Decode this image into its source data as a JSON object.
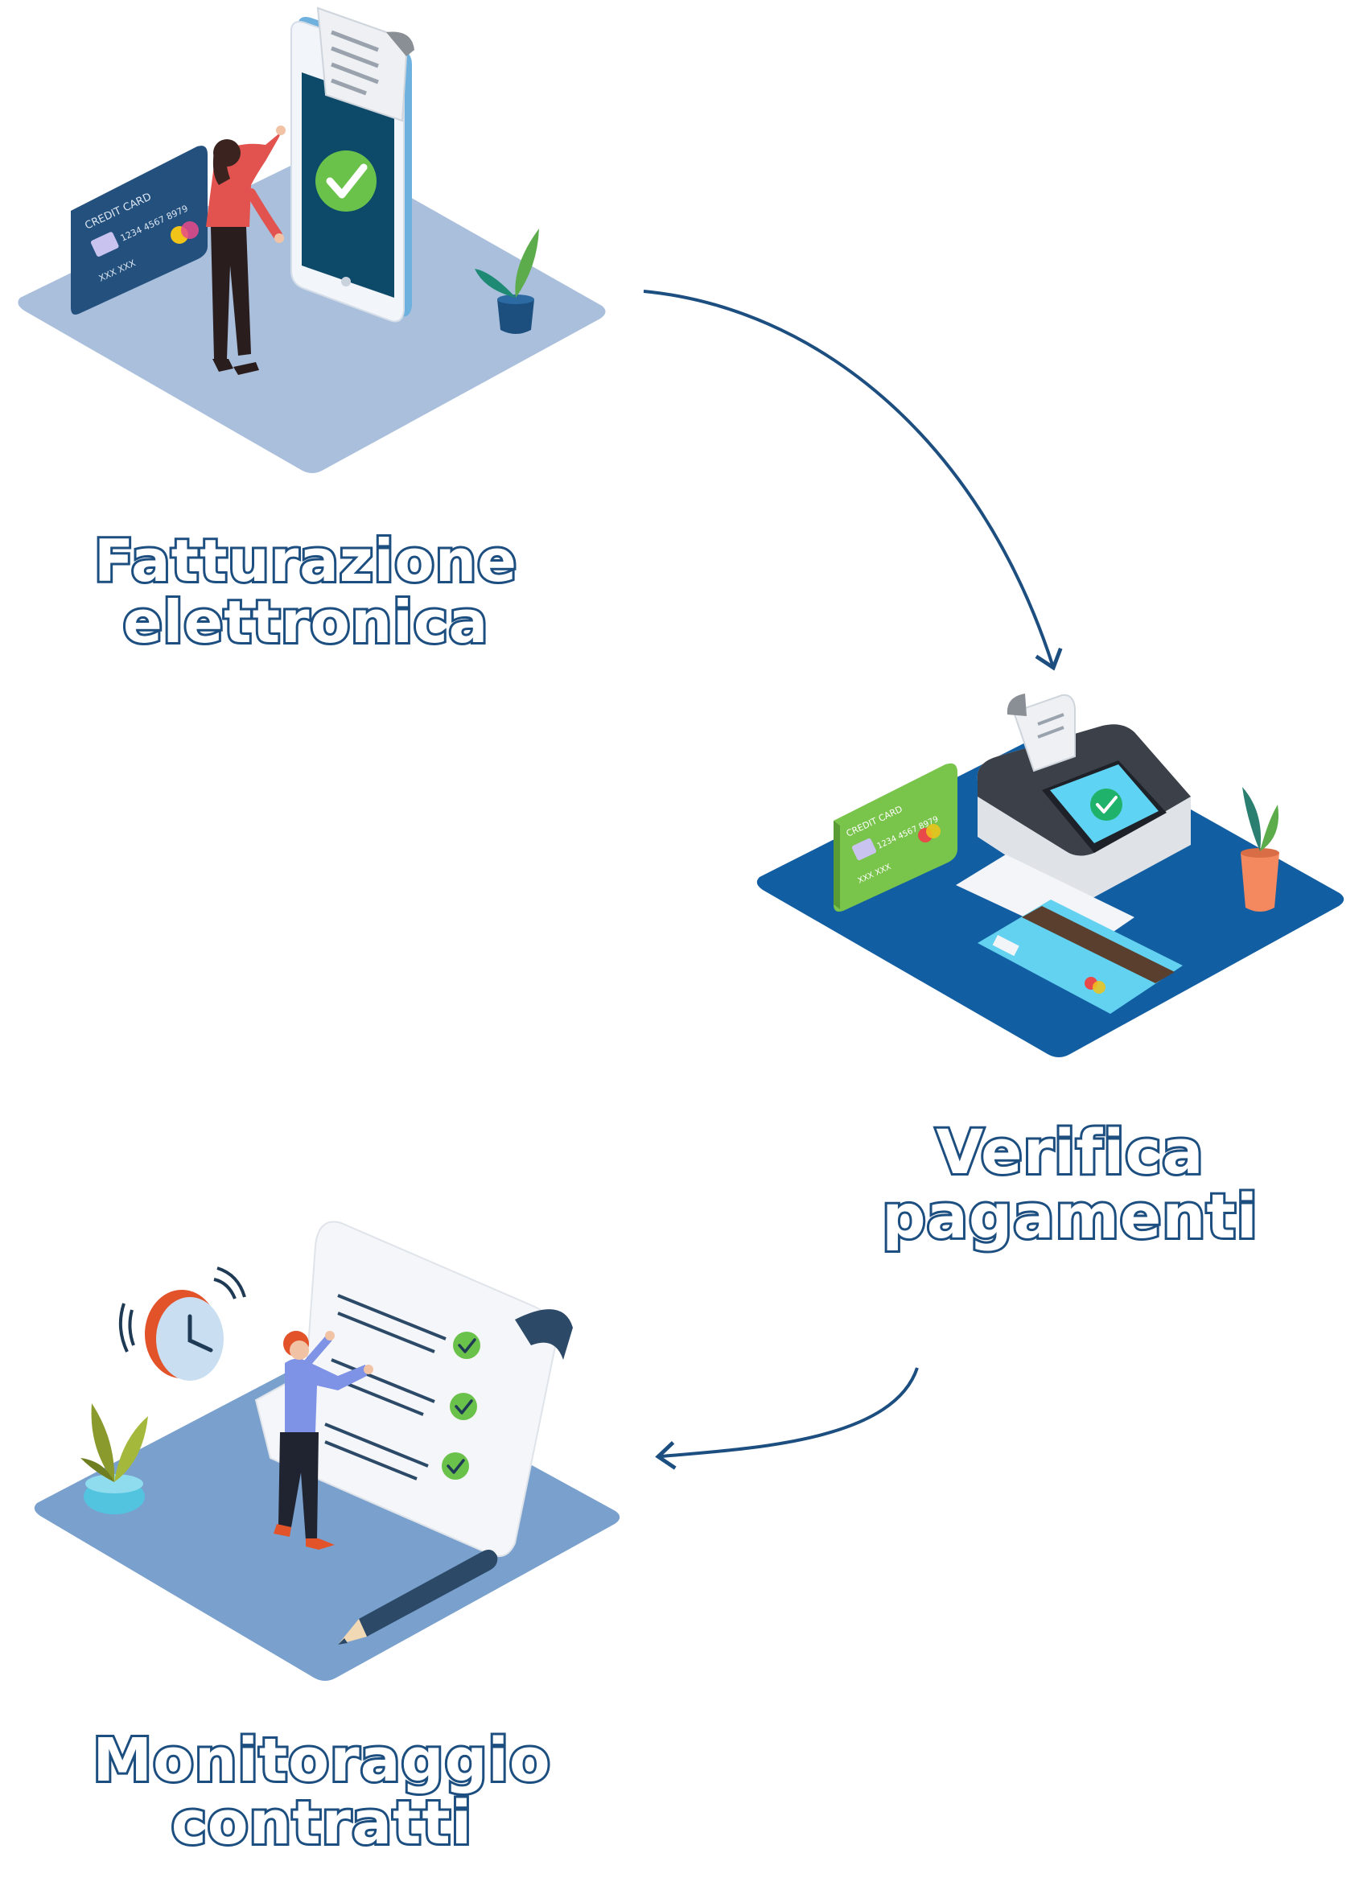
{
  "steps": [
    {
      "id": "fatturazione",
      "line1": "Fatturazione",
      "line2": "elettronica",
      "card": {
        "brand": "CREDIT CARD",
        "number": "1234 4567 8979",
        "holder": "XXX XXX"
      }
    },
    {
      "id": "verifica",
      "line1": "Verifica",
      "line2": "pagamenti",
      "card": {
        "brand": "CREDIT CARD",
        "number": "1234 4567 8979",
        "holder": "XXX XXX"
      }
    },
    {
      "id": "monitoraggio",
      "line1": "Monitoraggio",
      "line2": "contratti"
    }
  ],
  "colors": {
    "text_fill": "#ffffff",
    "text_stroke": "#1c4e80",
    "arrow": "#1c4e80",
    "platform_light": "#a9bfdc",
    "platform_dark": "#125ea3",
    "platform_mid": "#7aa0cd"
  }
}
